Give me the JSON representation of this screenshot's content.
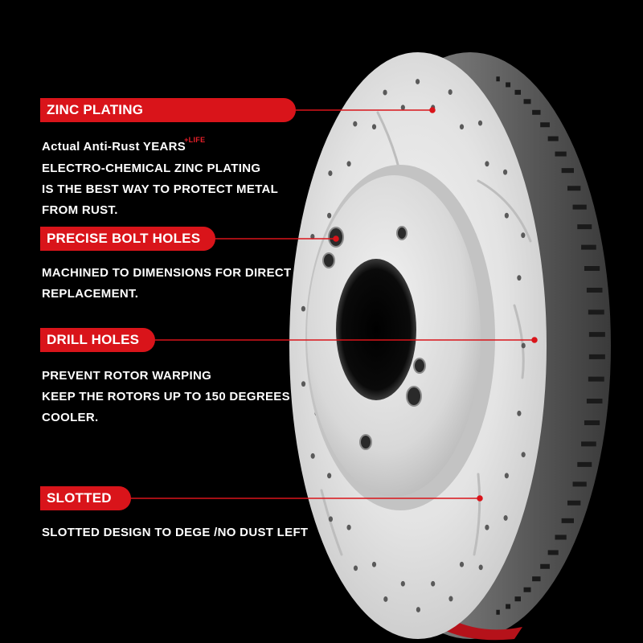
{
  "colors": {
    "accent": "#d9141a",
    "background": "#000000",
    "text": "#ffffff",
    "caliper_edge": "#b5121a"
  },
  "features": [
    {
      "id": "zinc",
      "title": "ZINC PLATING",
      "lines": [
        "Actual Anti-Rust YEARS",
        "ELECTRO-CHEMICAL ZINC PLATING",
        "IS THE BEST WAY TO PROTECT METAL",
        "FROM RUST."
      ],
      "superscript": "+LIFE"
    },
    {
      "id": "bolt",
      "title": "PRECISE BOLT HOLES",
      "lines": [
        "MACHINED TO DIMENSIONS FOR DIRECT",
        "REPLACEMENT."
      ]
    },
    {
      "id": "drill",
      "title": "DRILL HOLES",
      "lines": [
        "PREVENT ROTOR WARPING",
        "KEEP THE ROTORS UP TO 150 DEGREES",
        "COOLER."
      ]
    },
    {
      "id": "slotted",
      "title": "SLOTTED",
      "lines": [
        "SLOTTED DESIGN TO DEGE /NO DUST LEFT"
      ]
    }
  ],
  "product": {
    "icon": "drilled-slotted-brake-rotor"
  }
}
